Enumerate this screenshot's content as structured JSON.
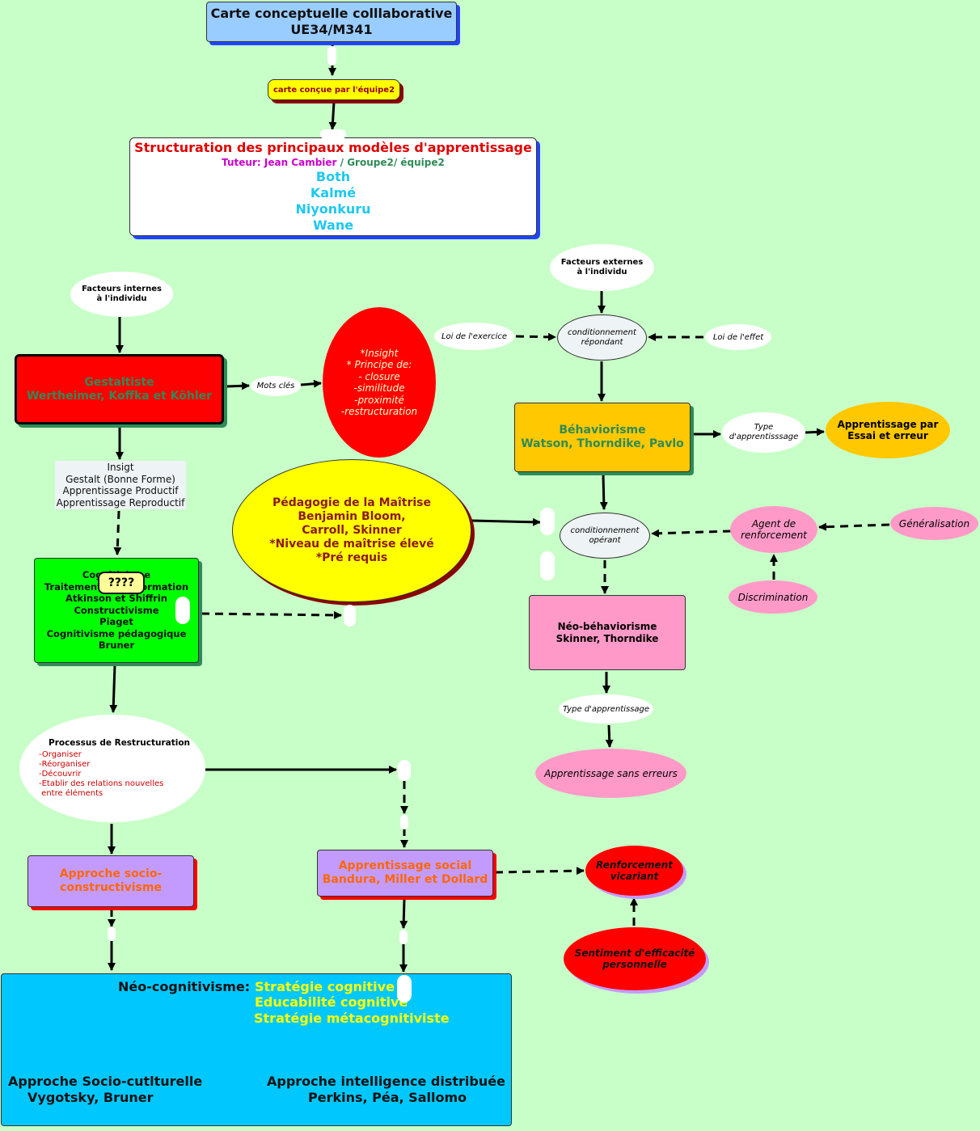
{
  "title": {
    "line1": "Carte conceptuelle colllaborative",
    "line2": "UE34/M341"
  },
  "team_label": "carte conçue par l'équipe2",
  "hidden_label": "????",
  "header": {
    "title": "Structuration des principaux modèles d'apprentissage",
    "tutor": "Tuteur: Jean Cambier",
    "group": " / Groupe2/ équipe2",
    "members": [
      "Both",
      "Kalmé",
      "Niyonkuru",
      "Wane"
    ]
  },
  "facteurs_internes": {
    "line1": "Facteurs internes",
    "line2": "à l'individu"
  },
  "facteurs_externes": {
    "line1": "Facteurs externes",
    "line2": "à l'individu"
  },
  "gestalt": {
    "line1": "Gestaltiste",
    "line2": "Wertheimer, Koffka et Köhler"
  },
  "mots_cles": "Mots clés",
  "insight_bubble": [
    "*Insight",
    "* Principe de:",
    "- closure",
    "-similitude",
    "-proximité",
    "-restructuration"
  ],
  "insigt_box": [
    "Insigt",
    "Gestalt (Bonne Forme)",
    "Apprentissage Productif",
    "Apprentissage Reproductif"
  ],
  "loi_exercice": "Loi de l'exercice",
  "loi_effet": "Loi de l'effet",
  "cond_repondant": {
    "line1": "conditionnement",
    "line2": "répondant"
  },
  "behaviorisme": {
    "line1": "Béhaviorisme",
    "line2": "Watson, Thorndike, Pavlo"
  },
  "type_app1": {
    "line1": "Type",
    "line2": "d'apprentisssage"
  },
  "essai_erreur": {
    "line1": "Apprentissage par",
    "line2": "Essai  et erreur"
  },
  "pedagogie": [
    "Pédagogie de la Maîtrise",
    "Benjamin Bloom,",
    "Carroll, Skinner",
    "*Niveau de maîtrise élevé",
    "*Pré requis"
  ],
  "cond_operant": {
    "line1": "conditionnement",
    "line2": "opérant"
  },
  "agent": {
    "line1": "Agent de",
    "line2": "renforcement"
  },
  "generalisation": "Généralisation",
  "discrimination": "Discrimination",
  "cognitivisme": {
    "line1": "Cognitivisme",
    "line2": "Traitement de l'information",
    "line3": "Atkinson et Shiffrin",
    "line4": "Constructivisme",
    "line5": "Piaget",
    "line6": "Cognitivisme pédagogique",
    "line7": "Bruner"
  },
  "neo_behav": {
    "line1": "Néo-béhaviorisme",
    "line2": "Skinner, Thorndike"
  },
  "type_app2": "Type d'apprentissage",
  "sans_erreurs": "Apprentissage sans erreurs",
  "processus": {
    "title": "Processus de Restructuration",
    "items": [
      "-Organiser",
      "-Réorganiser",
      "-Découvrir",
      "-Etablir des relations nouvelles",
      " entre éléments"
    ]
  },
  "socio_constr": {
    "line1": "Approche socio-",
    "line2": "constructivisme"
  },
  "app_social": {
    "line1": "Apprentissage social",
    "line2": "Bandura, Miller et Dollard"
  },
  "renf_vicariant": {
    "line1": "Renforcement",
    "line2": "vicariant"
  },
  "sentiment": {
    "line1": "Sentiment d'efficacité",
    "line2": "personnelle"
  },
  "neo_cog": {
    "label": "Néo-cognitivisme:",
    "strategies": [
      "Stratégie cognitive",
      "Educabilité cognitive",
      "Stratégie métacognitiviste"
    ],
    "left1": "Approche Socio-cutlturelle",
    "left2": "Vygotsky, Bruner",
    "right1": "Approche intelligence distribuée",
    "right2": "Perkins, Péa, Sallomo"
  },
  "colors": {
    "background": "#c8ffc8",
    "red_node": "#ff0000",
    "orange_node": "#ffc800",
    "green_node": "#00ff00",
    "pink_node": "#ff9ac8",
    "purple_node": "#c39bff",
    "cyan_node": "#00c8ff",
    "blue_title": "#99ccff",
    "yellow_node": "#ffff00"
  }
}
